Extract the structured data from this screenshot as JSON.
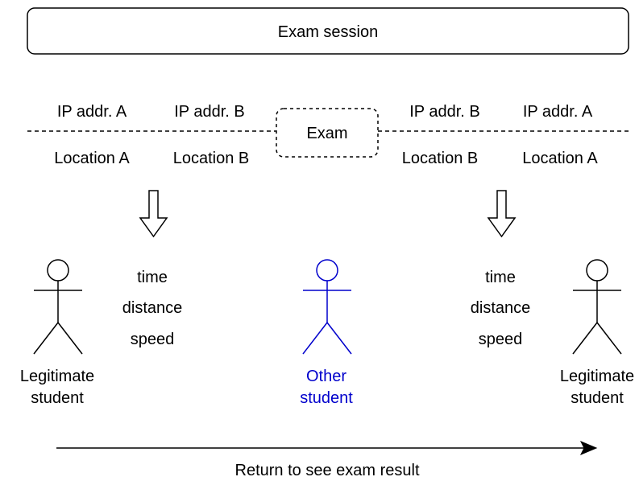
{
  "header": {
    "title": "Exam session"
  },
  "timeline": {
    "left": {
      "ip_first": "IP addr. A",
      "ip_second": "IP addr. B",
      "loc_first": "Location A",
      "loc_second": "Location B"
    },
    "exam_label": "Exam",
    "right": {
      "ip_first": "IP addr. B",
      "ip_second": "IP addr. A",
      "loc_first": "Location B",
      "loc_second": "Location A"
    }
  },
  "metrics_left": [
    "time",
    "distance",
    "speed"
  ],
  "metrics_right": [
    "time",
    "distance",
    "speed"
  ],
  "actors": {
    "left": {
      "line1": "Legitimate",
      "line2": "student"
    },
    "middle": {
      "line1": "Other",
      "line2": "student"
    },
    "right": {
      "line1": "Legitimate",
      "line2": "student"
    }
  },
  "footer": {
    "label": "Return to see exam result"
  },
  "colors": {
    "other_student": "#0000cc",
    "default": "#000000"
  }
}
